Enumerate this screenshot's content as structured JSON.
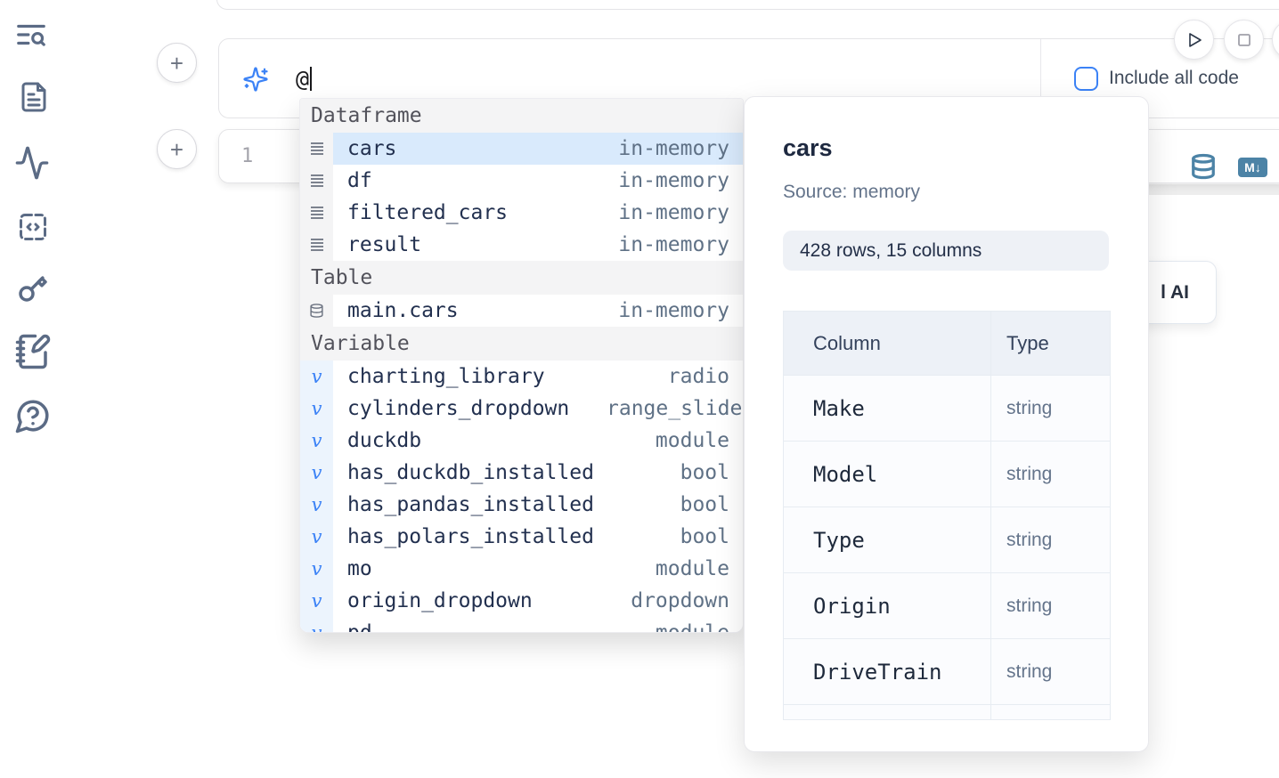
{
  "sidebar": {
    "icons": [
      {
        "name": "outline-search-icon"
      },
      {
        "name": "document-icon"
      },
      {
        "name": "activity-icon"
      },
      {
        "name": "code-snippets-icon"
      },
      {
        "name": "keys-icon"
      },
      {
        "name": "scratchpad-icon"
      },
      {
        "name": "help-icon"
      }
    ]
  },
  "top_controls": {
    "add_cell_label": "+",
    "include_all_code_label": "Include all code"
  },
  "prompt": {
    "value": "@"
  },
  "editor": {
    "line_number": "1"
  },
  "autocomplete": {
    "sections": [
      {
        "label": "Dataframe",
        "items": [
          {
            "icon": "dataframe-icon",
            "name": "cars",
            "type": "in-memory",
            "selected": true
          },
          {
            "icon": "dataframe-icon",
            "name": "df",
            "type": "in-memory"
          },
          {
            "icon": "dataframe-icon",
            "name": "filtered_cars",
            "type": "in-memory"
          },
          {
            "icon": "dataframe-icon",
            "name": "result",
            "type": "in-memory"
          }
        ]
      },
      {
        "label": "Table",
        "items": [
          {
            "icon": "table-icon",
            "name": "main.cars",
            "type": "in-memory"
          }
        ]
      },
      {
        "label": "Variable",
        "items": [
          {
            "icon": "variable-icon",
            "name": "charting_library",
            "type": "radio"
          },
          {
            "icon": "variable-icon",
            "name": "cylinders_dropdown",
            "type": "range_slider",
            "type_overflow": true
          },
          {
            "icon": "variable-icon",
            "name": "duckdb",
            "type": "module"
          },
          {
            "icon": "variable-icon",
            "name": "has_duckdb_installed",
            "type": "bool"
          },
          {
            "icon": "variable-icon",
            "name": "has_pandas_installed",
            "type": "bool"
          },
          {
            "icon": "variable-icon",
            "name": "has_polars_installed",
            "type": "bool"
          },
          {
            "icon": "variable-icon",
            "name": "mo",
            "type": "module"
          },
          {
            "icon": "variable-icon",
            "name": "origin_dropdown",
            "type": "dropdown"
          },
          {
            "icon": "variable-icon",
            "name": "pd",
            "type": "module"
          }
        ]
      }
    ]
  },
  "preview": {
    "title": "cars",
    "source": "Source: memory",
    "shape_badge": "428 rows, 15 columns",
    "table": {
      "headers": [
        "Column",
        "Type"
      ],
      "rows": [
        [
          "Make",
          "string"
        ],
        [
          "Model",
          "string"
        ],
        [
          "Type",
          "string"
        ],
        [
          "Origin",
          "string"
        ],
        [
          "DriveTrain",
          "string"
        ]
      ]
    }
  },
  "output_toolbar": {
    "icons": [
      {
        "name": "database-icon"
      },
      {
        "name": "markdown-icon",
        "label": "M↓"
      }
    ],
    "ai_button_label": "l AI"
  },
  "colors": {
    "accent_blue": "#3b82f6",
    "steel_blue": "#4c83a6",
    "selected_row": "#d9eafc",
    "name_text": "#22304f",
    "muted_text": "#64748b"
  }
}
